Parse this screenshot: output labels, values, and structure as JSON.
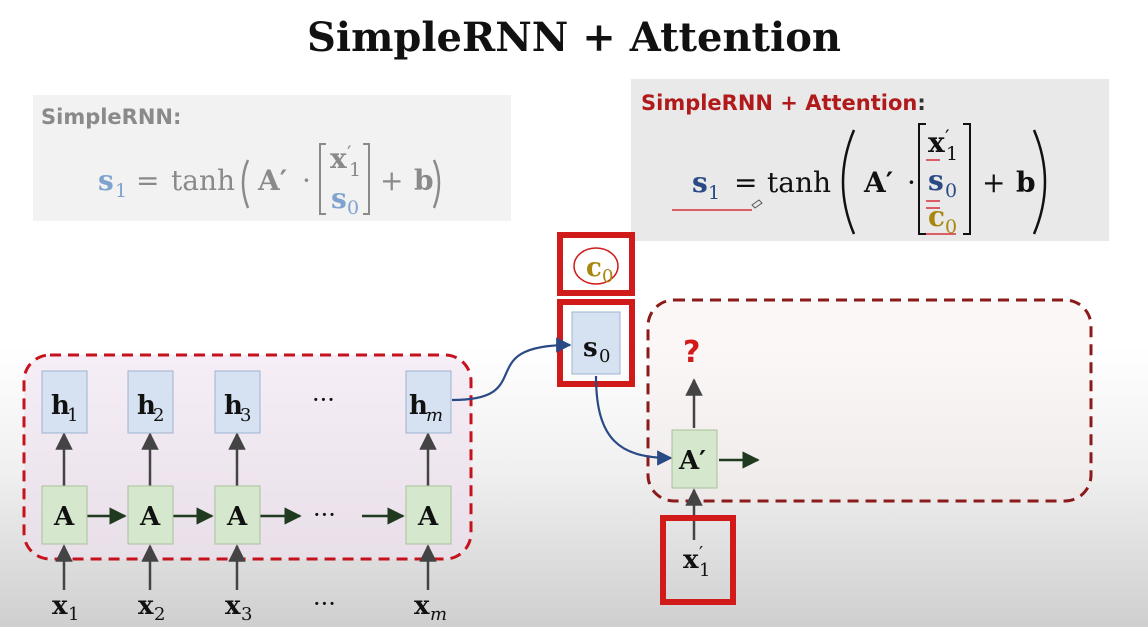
{
  "title": "SimpleRNN + Attention",
  "left_panel": {
    "heading": "SimpleRNN",
    "colon": ":",
    "equation": {
      "lhs": "s",
      "lhs_sub": "1",
      "eq": "=",
      "fn": "tanh",
      "matrix": "A′",
      "dot": "·",
      "vector": [
        {
          "base": "x",
          "prime": "′",
          "sub": "1"
        },
        {
          "base": "s",
          "sub": "0"
        }
      ],
      "plus": "+",
      "bias": "b"
    }
  },
  "right_panel": {
    "heading": "SimpleRNN + Attention",
    "colon": ":",
    "equation": {
      "lhs": "s",
      "lhs_sub": "1",
      "eq": "=",
      "fn": "tanh",
      "matrix": "A′",
      "dot": "·",
      "vector": [
        {
          "base": "x",
          "prime": "′",
          "sub": "1"
        },
        {
          "base": "s",
          "sub": "0"
        },
        {
          "base": "c",
          "sub": "0"
        }
      ],
      "plus": "+",
      "bias": "b"
    }
  },
  "encoder": {
    "hidden": [
      {
        "base": "h",
        "sub": "1"
      },
      {
        "base": "h",
        "sub": "2"
      },
      {
        "base": "h",
        "sub": "3"
      },
      {
        "base": "h",
        "sub": "m"
      }
    ],
    "cell_label": "A",
    "inputs": [
      {
        "base": "x",
        "sub": "1"
      },
      {
        "base": "x",
        "sub": "2"
      },
      {
        "base": "x",
        "sub": "3"
      },
      {
        "base": "x",
        "sub": "m"
      }
    ],
    "ellipsis": "···"
  },
  "decoder": {
    "state": {
      "base": "s",
      "sub": "0"
    },
    "context": {
      "base": "c",
      "sub": "0"
    },
    "cell_label": "A′",
    "input": {
      "base": "x",
      "prime": "′",
      "sub": "1"
    },
    "output_marker": "?"
  },
  "colors": {
    "red": "#c5121c",
    "dark_red": "#b11a1a",
    "blue_var": "#7fa3cf",
    "navy": "#2a4a86",
    "gold": "#a8860f",
    "node_blue": "#d6e2f1",
    "node_green": "#d5e7cc",
    "arrow": "#444444"
  }
}
